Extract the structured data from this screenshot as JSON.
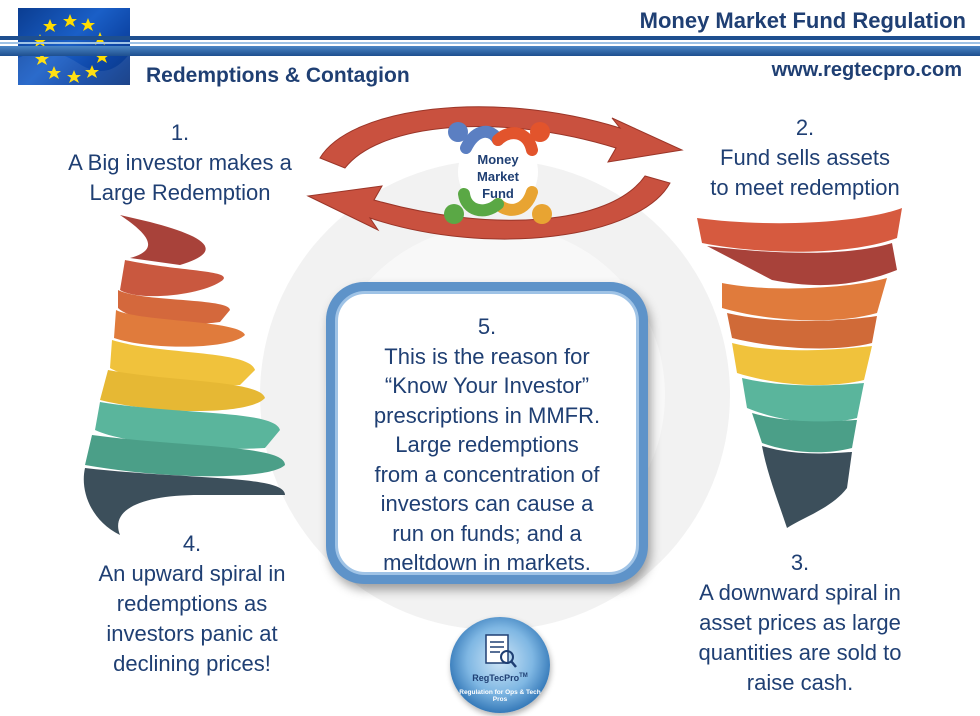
{
  "header": {
    "title": "Money Market Fund Regulation",
    "subtitle": "Redemptions & Contagion",
    "url": "www.regtecpro.com"
  },
  "cycle": {
    "center_label_lines": [
      "Money",
      "Market",
      "Fund"
    ]
  },
  "steps": [
    {
      "number": "1.",
      "lines": [
        "A Big investor makes a",
        "Large Redemption"
      ]
    },
    {
      "number": "2.",
      "lines": [
        "Fund sells assets",
        "to meet redemption"
      ]
    },
    {
      "number": "3.",
      "lines": [
        "A downward spiral in",
        "asset prices as large",
        "quantities are sold to",
        "raise cash."
      ]
    },
    {
      "number": "4.",
      "lines": [
        "An upward spiral in",
        "redemptions as",
        "investors panic at",
        "declining prices!"
      ]
    },
    {
      "number": "5.",
      "lines": [
        "This is the reason for",
        "“Know Your Investor”",
        "prescriptions in MMFR.",
        "Large redemptions",
        "from a concentration of",
        "investors can cause a",
        "run on funds; and a",
        "meltdown in markets."
      ]
    }
  ],
  "logo": {
    "name": "RegTecPro",
    "trademark": "TM",
    "tagline": "Regulation for Ops & Tech Pros"
  },
  "colors": {
    "navy": "#1f3f73",
    "band": "#1e4f8f",
    "spiral_dark_red": "#a8423a",
    "spiral_orange": "#e07b3c",
    "spiral_yellow": "#f0c23c",
    "spiral_teal": "#5ab59c",
    "spiral_slate": "#3c4f5b",
    "arrow_red": "#c9513f",
    "box_blue": "#5e93c9"
  }
}
